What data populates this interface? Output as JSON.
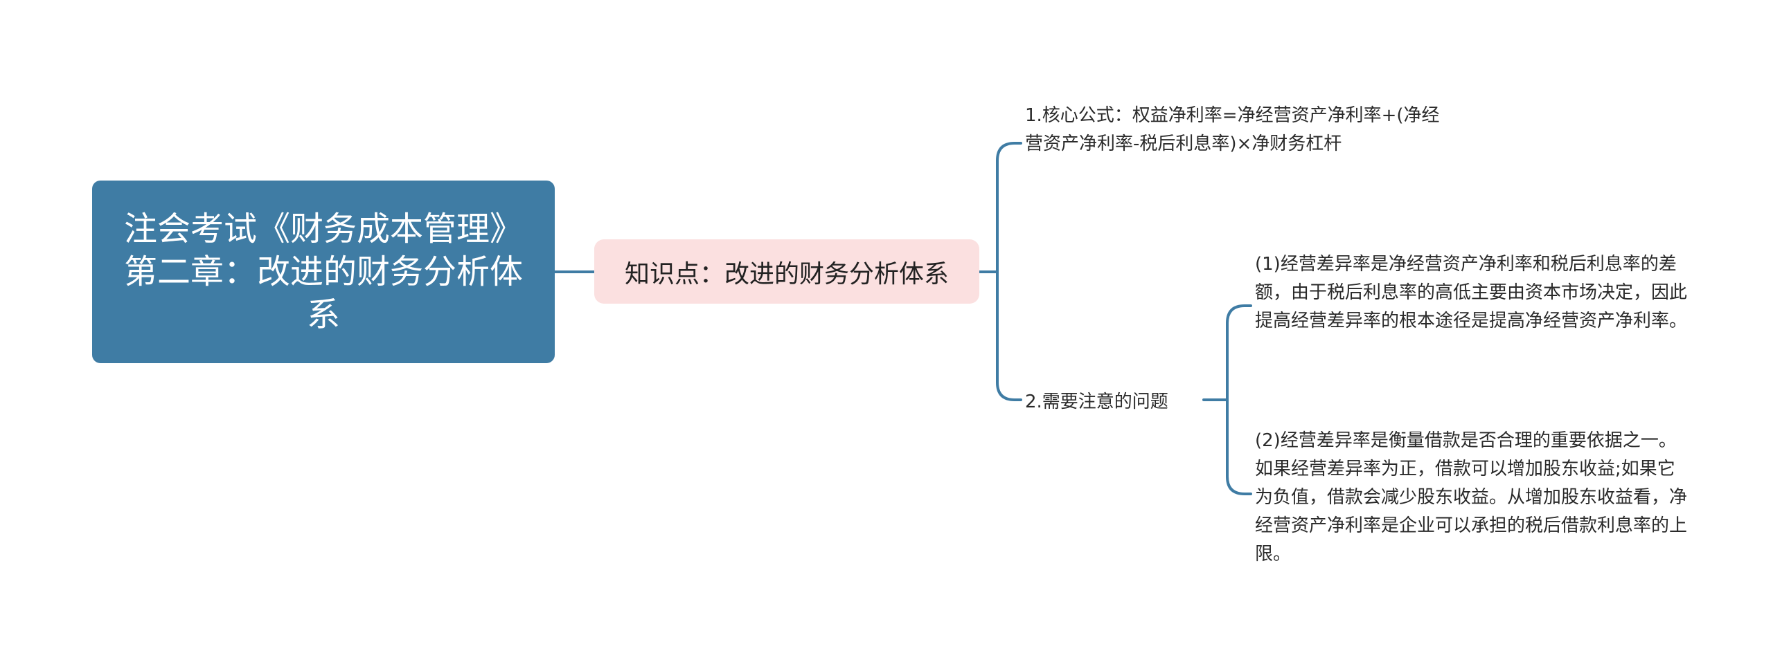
{
  "root": {
    "title": "注会考试《财务成本管理》第二章：改进的财务分析体系"
  },
  "topic": {
    "label": "知识点：改进的财务分析体系"
  },
  "branches": [
    {
      "label": "1.核心公式：权益净利率=净经营资产净利率+(净经营资产净利率-税后利息率)×净财务杠杆"
    },
    {
      "label": "2.需要注意的问题",
      "children": [
        {
          "label": "(1)经营差异率是净经营资产净利率和税后利息率的差额，由于税后利息率的高低主要由资本市场决定，因此提高经营差异率的根本途径是提高净经营资产净利率。"
        },
        {
          "label": "(2)经营差异率是衡量借款是否合理的重要依据之一。如果经营差异率为正，借款可以增加股东收益;如果它为负值，借款会减少股东收益。从增加股东收益看，净经营资产净利率是企业可以承担的税后借款利息率的上限。"
        }
      ]
    }
  ],
  "colors": {
    "root_fill": "#3f7ca4",
    "topic_fill": "#fbe0e0",
    "connector": "#3f7ca4"
  }
}
